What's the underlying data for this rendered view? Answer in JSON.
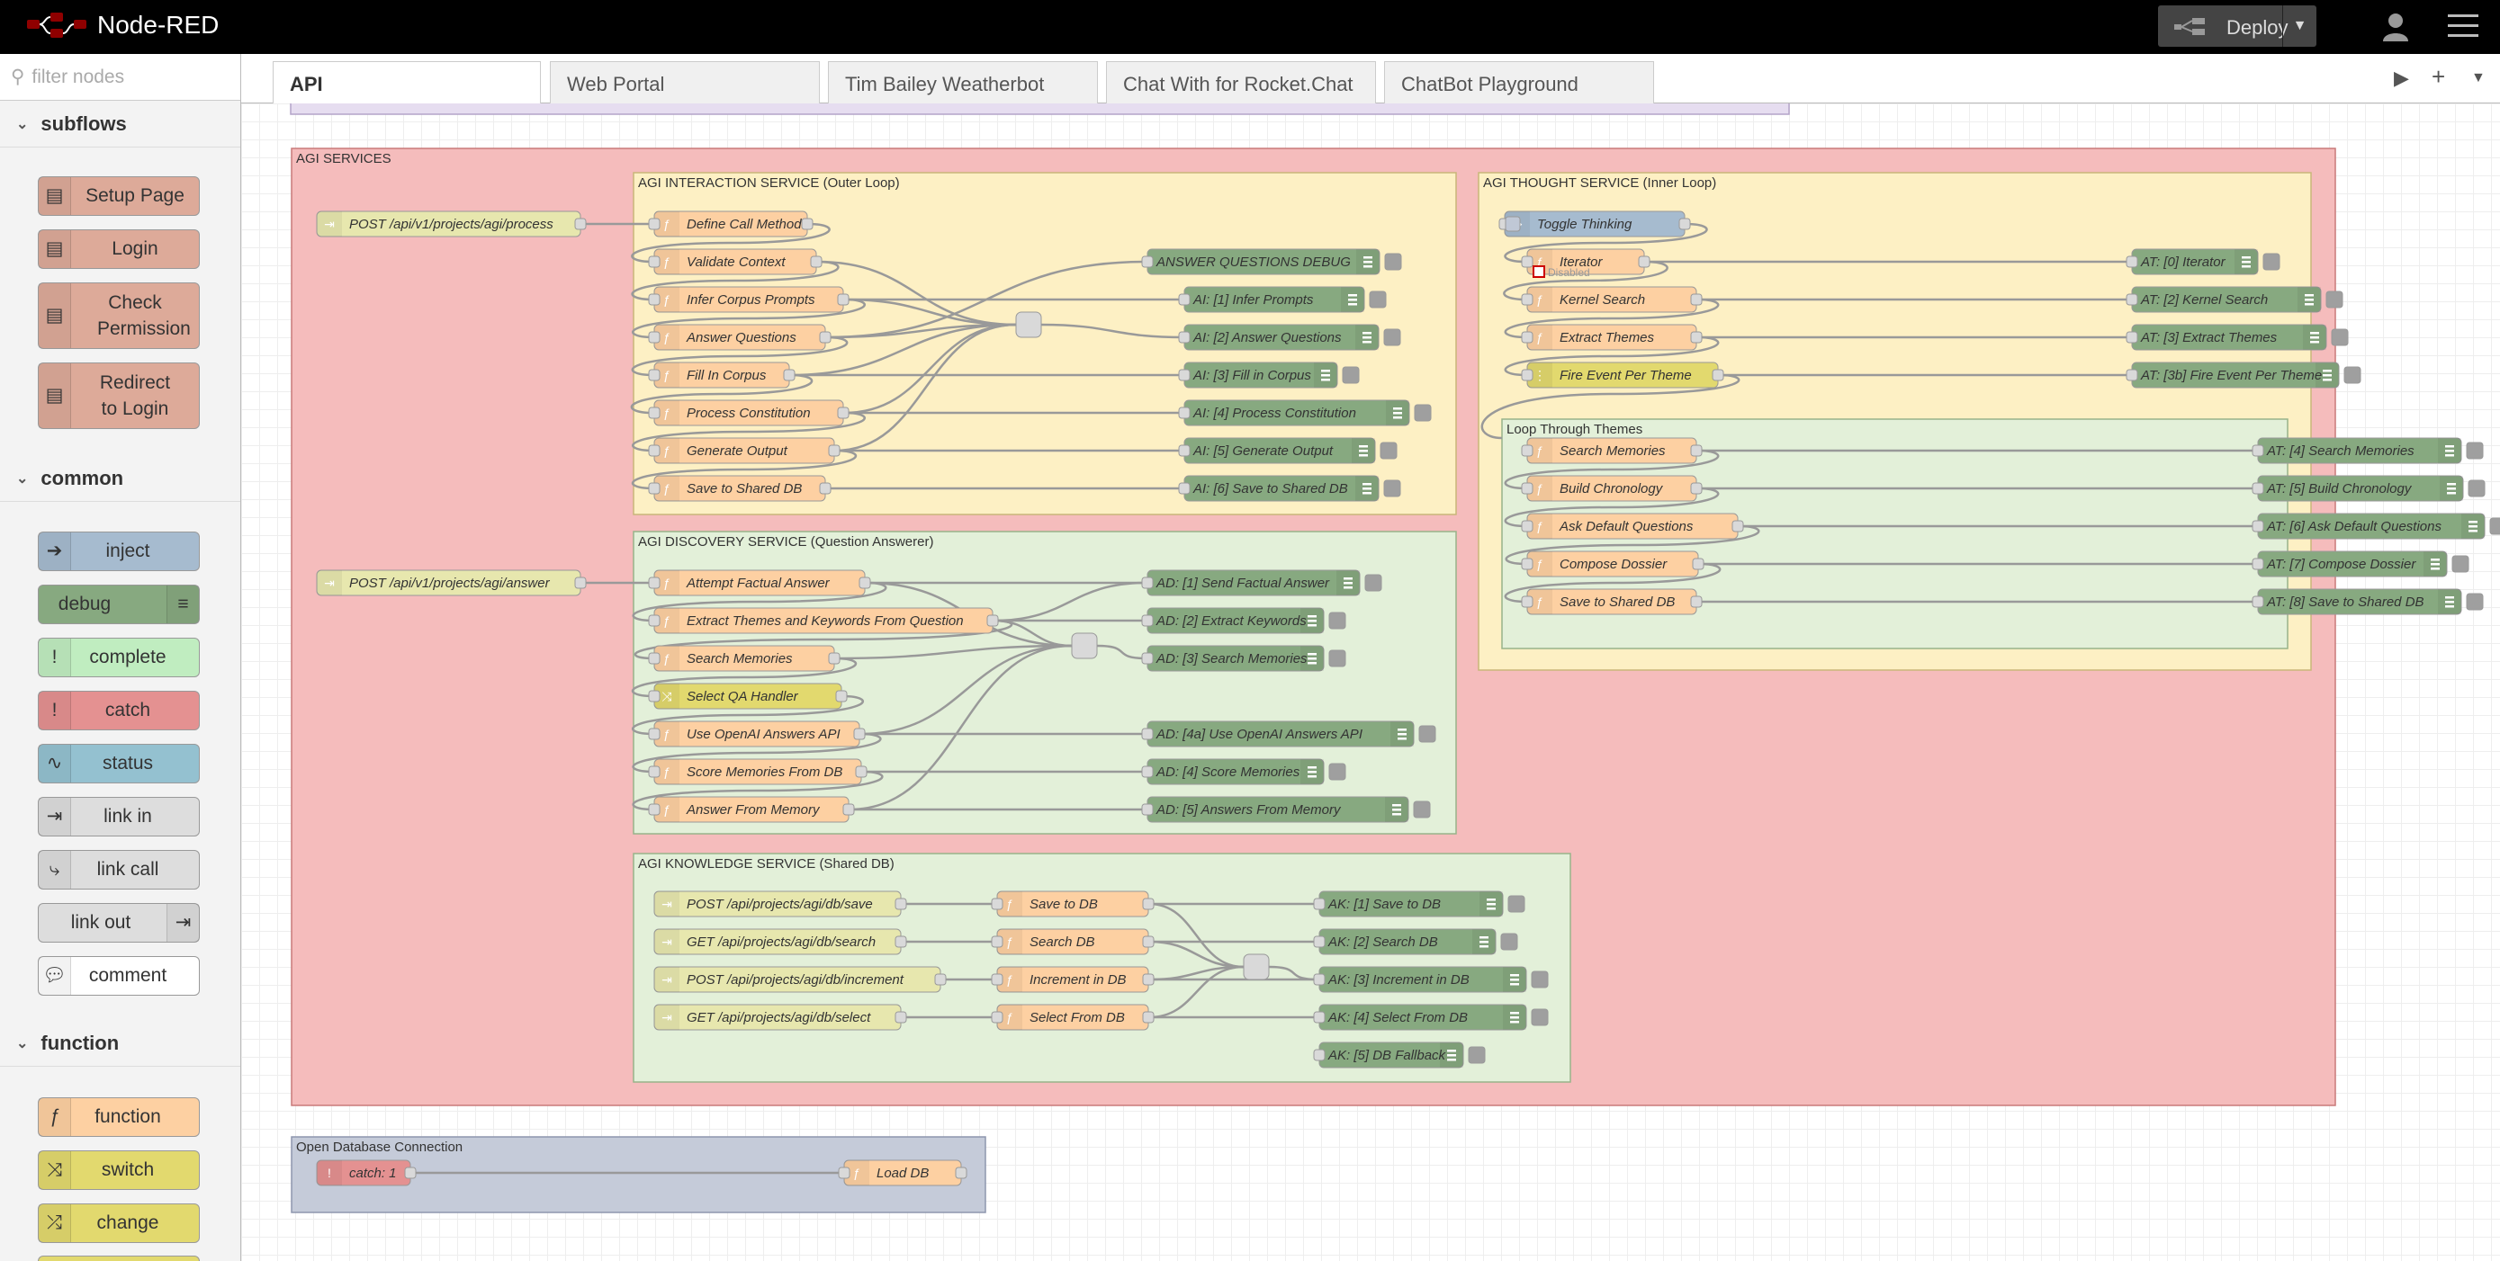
{
  "app": {
    "title": "Node-RED"
  },
  "header": {
    "deploy_label": "Deploy"
  },
  "palette": {
    "filter_placeholder": "filter nodes",
    "categories": [
      {
        "label": "subflows",
        "nodes": [
          "Setup Page",
          "Login",
          "Check Permission",
          "Redirect to Login"
        ]
      },
      {
        "label": "common",
        "nodes": [
          "inject",
          "debug",
          "complete",
          "catch",
          "status",
          "link in",
          "link call",
          "link out",
          "comment"
        ]
      },
      {
        "label": "function",
        "nodes": [
          "function",
          "switch",
          "change"
        ]
      }
    ]
  },
  "tabs": [
    {
      "label": "API",
      "active": true
    },
    {
      "label": "Web Portal",
      "active": false
    },
    {
      "label": "Tim Bailey Weatherbot",
      "active": false
    },
    {
      "label": "Chat With for Rocket.Chat",
      "active": false
    },
    {
      "label": "ChatBot Playground",
      "active": false
    }
  ],
  "colors": {
    "function": "#fdd0a2",
    "debug": "#87a980",
    "http_in": "#e7e7ae",
    "switch": "#e2d96e",
    "catch": "#e49191",
    "subflow": "#ddaa99",
    "inject": "#a6bbcf",
    "group_services": "#f5bcbc",
    "group_interaction": "#fdf0c4",
    "group_discovery": "#e3f0d9",
    "group_db": "#c5cbd9"
  },
  "flow": {
    "groups": {
      "services": "AGI SERVICES",
      "interaction": "AGI INTERACTION SERVICE (Outer Loop)",
      "thought": "AGI THOUGHT SERVICE (Inner Loop)",
      "loop_themes": "Loop Through Themes",
      "discovery": "AGI DISCOVERY SERVICE (Question Answerer)",
      "knowledge": "AGI KNOWLEDGE SERVICE (Shared DB)",
      "db_connection": "Open Database Connection"
    },
    "interaction_inputs": [
      "POST /api/v1/projects/agi/process"
    ],
    "interaction_functions": [
      "Define Call Method",
      "Validate Context",
      "Infer Corpus Prompts",
      "Answer Questions",
      "Fill In Corpus",
      "Process Constitution",
      "Generate Output",
      "Save to Shared DB"
    ],
    "interaction_debug": [
      "ANSWER QUESTIONS DEBUG",
      "AI: [1] Infer Prompts",
      "AI: [2] Answer Questions",
      "AI: [3] Fill in Corpus",
      "AI: [4] Process Constitution",
      "AI: [5] Generate Output",
      "AI: [6] Save to Shared DB"
    ],
    "thought_nodes": [
      "Toggle Thinking",
      "Iterator",
      "Kernel Search",
      "Extract Themes",
      "Fire Event Per Theme"
    ],
    "thought_status": "Disabled",
    "thought_debug": [
      "AT: [0] Iterator",
      "AT: [2] Kernel Search",
      "AT: [3] Extract Themes",
      "AT: [3b] Fire Event Per Theme"
    ],
    "loop_functions": [
      "Search Memories",
      "Build Chronology",
      "Ask Default Questions",
      "Compose Dossier",
      "Save to Shared DB"
    ],
    "loop_debug": [
      "AT: [4] Search Memories",
      "AT: [5] Build Chronology",
      "AT: [6] Ask Default Questions",
      "AT: [7] Compose Dossier",
      "AT: [8] Save to Shared DB"
    ],
    "discovery_inputs": [
      "POST /api/v1/projects/agi/answer"
    ],
    "discovery_functions": [
      "Attempt Factual Answer",
      "Extract Themes and Keywords From Question",
      "Search Memories",
      "Select QA Handler",
      "Use OpenAI Answers API",
      "Score Memories From DB",
      "Answer From Memory"
    ],
    "discovery_debug": [
      "AD: [1] Send Factual Answer",
      "AD: [2] Extract Keywords",
      "AD: [3] Search Memories",
      "AD: [4a] Use OpenAI Answers API",
      "AD: [4] Score Memories",
      "AD: [5] Answers From Memory"
    ],
    "knowledge_inputs": [
      "POST /api/projects/agi/db/save",
      "GET /api/projects/agi/db/search",
      "POST /api/projects/agi/db/increment",
      "GET /api/projects/agi/db/select"
    ],
    "knowledge_functions": [
      "Save to DB",
      "Search DB",
      "Increment in DB",
      "Select From DB"
    ],
    "knowledge_debug": [
      "AK: [1] Save to DB",
      "AK: [2] Search DB",
      "AK: [3] Increment in DB",
      "AK: [4] Select From DB",
      "AK: [5] DB Fallback"
    ],
    "db_nodes": [
      "catch: 1",
      "Load DB"
    ]
  }
}
